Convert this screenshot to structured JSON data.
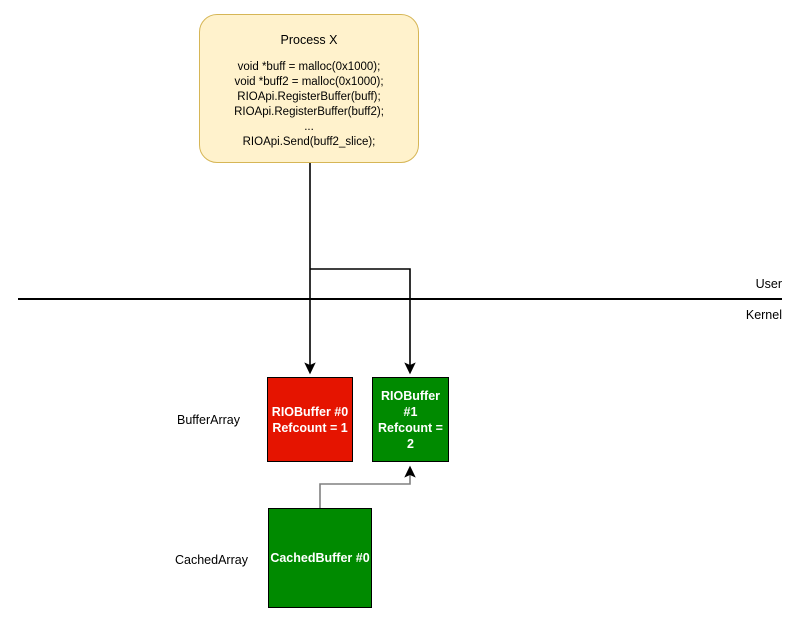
{
  "diagram": {
    "title_hidden": "",
    "boundary": {
      "user_label": "User",
      "kernel_label": "Kernel"
    },
    "rows": [
      {
        "label": "BufferArray"
      },
      {
        "label": "CachedArray"
      }
    ],
    "process": {
      "title": "Process X",
      "code": "void *buff = malloc(0x1000);\nvoid *buff2 = malloc(0x1000);\nRIOApi.RegisterBuffer(buff);\nRIOApi.RegisterBuffer(buff2);\n...\nRIOApi.Send(buff2_slice);"
    },
    "nodes": [
      {
        "id": "riobuffer0",
        "label": "RIOBuffer #0\nRefcount = 1",
        "color": "#e51400"
      },
      {
        "id": "riobuffer1",
        "label": "RIOBuffer #1\nRefcount = 2",
        "color": "#008a00"
      },
      {
        "id": "cachedbuffer0",
        "label": "CachedBuffer #0",
        "color": "#008a00"
      }
    ],
    "colors": {
      "red": "#e51400",
      "green": "#008a00",
      "process_fill": "#fff2cc",
      "process_border": "#d6b656",
      "edge": "#000000",
      "edge_gray": "#808080"
    }
  }
}
